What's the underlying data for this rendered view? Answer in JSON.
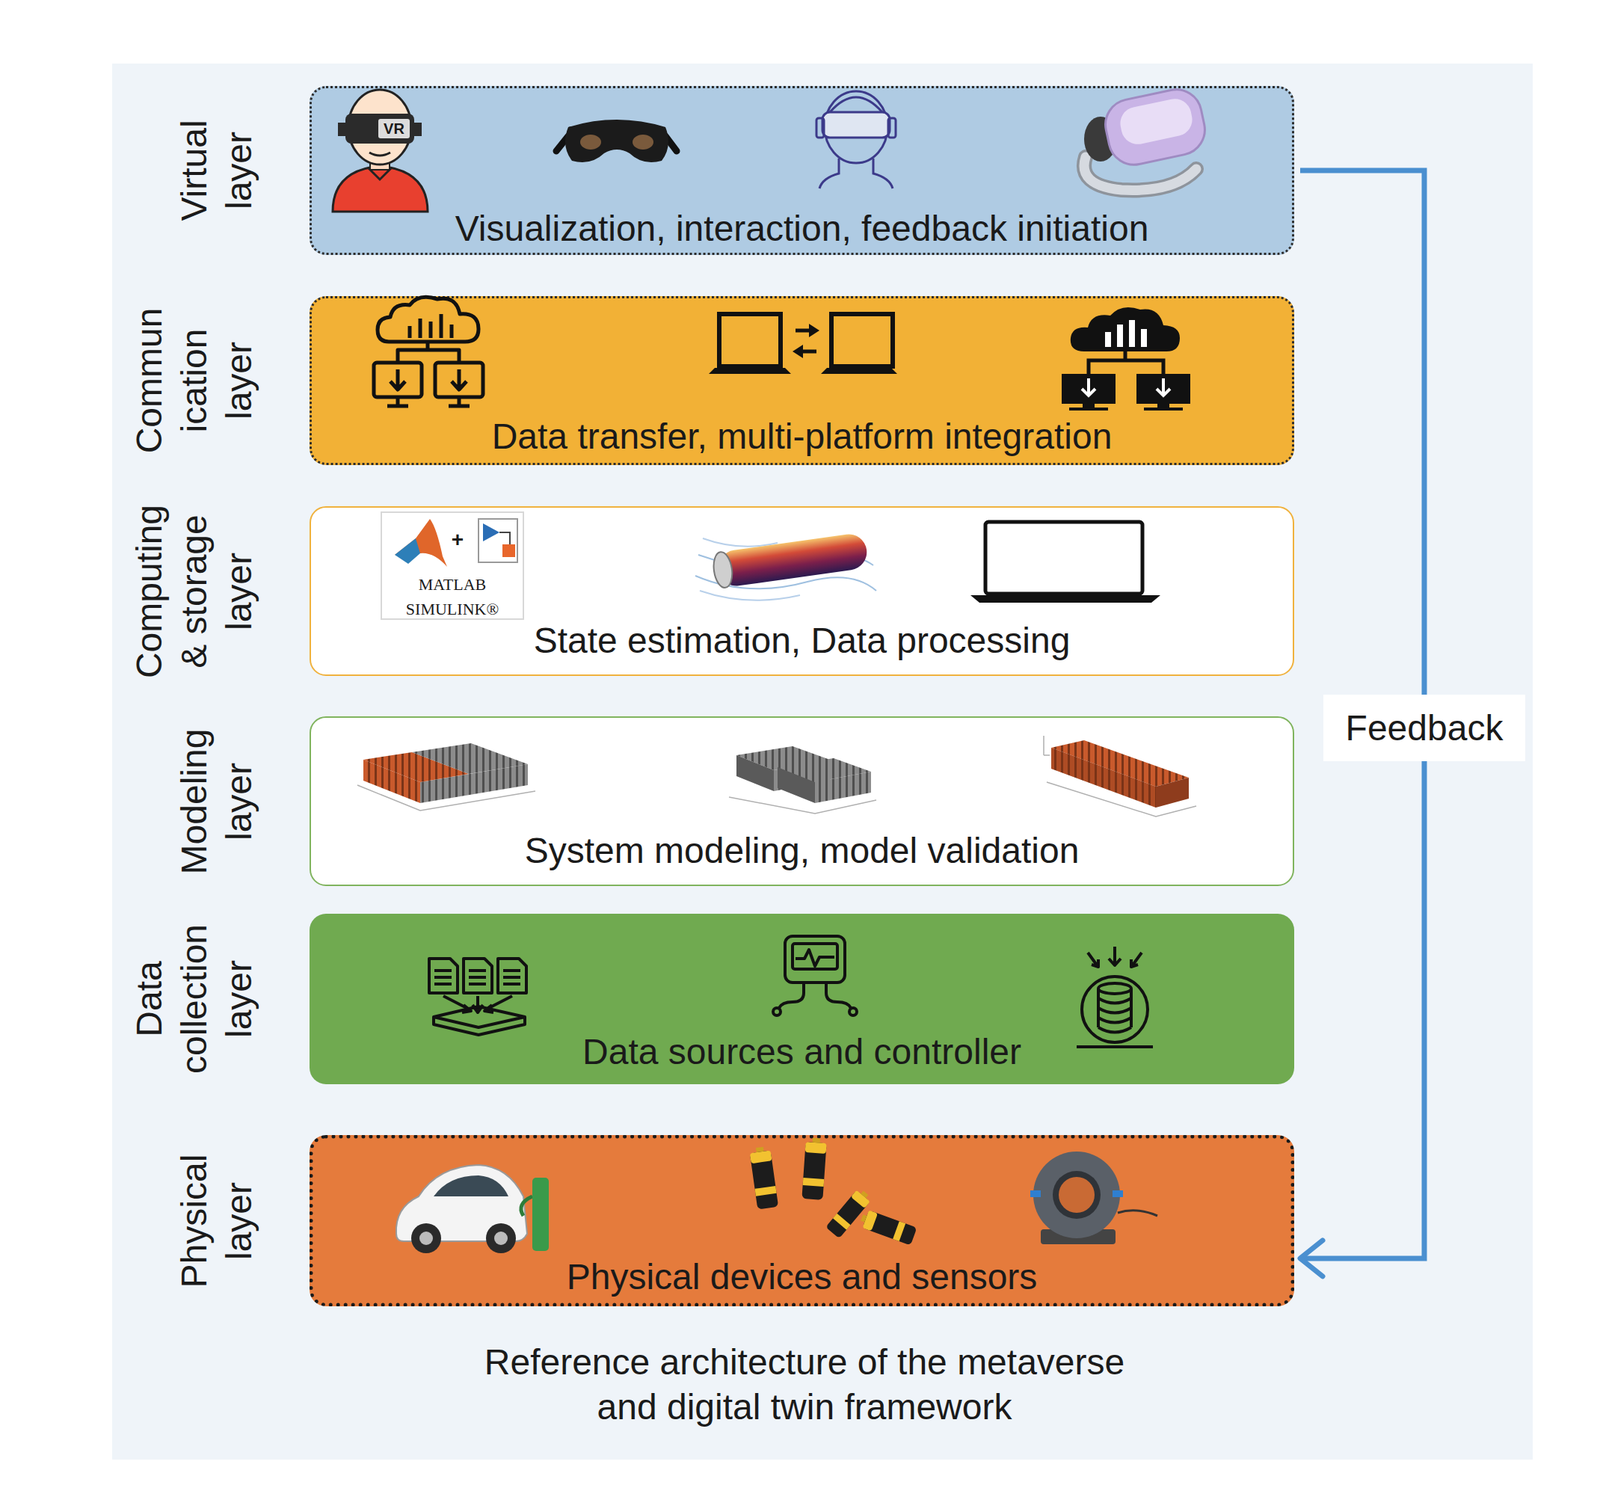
{
  "diagram": {
    "caption": "Reference architecture of the metaverse and digital twin framework",
    "nodes": [
      {
        "text": [
          "Virtual layer",
          "Visualization, interaction, feedback initiation"
        ]
      },
      {
        "text": [
          "Commun ication layer",
          "Data transfer, multi-platform integration"
        ]
      },
      {
        "text": [
          "Computing & storage layer",
          "State estimation, Data processing"
        ]
      },
      {
        "text": [
          "Modeling layer",
          "System modeling, model validation"
        ]
      },
      {
        "text": [
          "Data collection layer",
          "Data sources and controller"
        ]
      },
      {
        "text": [
          "Physical layer",
          "Physical devices and sensors"
        ]
      }
    ],
    "edges": [
      {
        "from": 0,
        "to": 5,
        "arrow": "to",
        "label": "Feedback"
      }
    ],
    "labels": [
      "VR",
      "+",
      "MATLAB",
      "SIMULINK®"
    ]
  }
}
